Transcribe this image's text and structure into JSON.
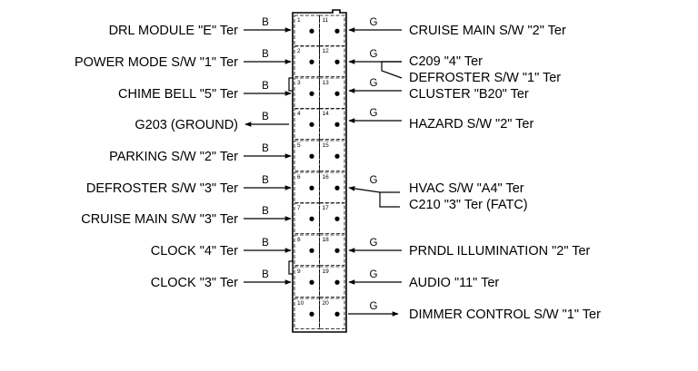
{
  "left_connections": [
    {
      "label": "DRL MODULE \"E\" Ter",
      "wire": "B",
      "pin": "1",
      "dir": "in"
    },
    {
      "label": "POWER MODE S/W \"1\" Ter",
      "wire": "B",
      "pin": "2",
      "dir": "in"
    },
    {
      "label": "CHIME BELL \"5\" Ter",
      "wire": "B",
      "pin": "3",
      "dir": "in"
    },
    {
      "label": "G203 (GROUND)",
      "wire": "B",
      "pin": "4",
      "dir": "out"
    },
    {
      "label": "PARKING S/W \"2\" Ter",
      "wire": "B",
      "pin": "5",
      "dir": "in"
    },
    {
      "label": "DEFROSTER S/W \"3\" Ter",
      "wire": "B",
      "pin": "6",
      "dir": "in"
    },
    {
      "label": "CRUISE MAIN S/W \"3\" Ter",
      "wire": "B",
      "pin": "7",
      "dir": "in"
    },
    {
      "label": "CLOCK \"4\" Ter",
      "wire": "B",
      "pin": "8",
      "dir": "in"
    },
    {
      "label": "CLOCK \"3\" Ter",
      "wire": "B",
      "pin": "9",
      "dir": "in"
    },
    {
      "label": "",
      "wire": "",
      "pin": "10",
      "dir": "none"
    }
  ],
  "right_connections": [
    {
      "labels": [
        "CRUISE MAIN S/W \"2\" Ter"
      ],
      "wire": "G",
      "pin": "11",
      "dir": "in"
    },
    {
      "labels": [
        "C209 \"4\" Ter",
        "DEFROSTER S/W \"1\" Ter"
      ],
      "wire": "G",
      "pin": "12",
      "dir": "in"
    },
    {
      "labels": [
        "CLUSTER \"B20\" Ter"
      ],
      "wire": "G",
      "pin": "13",
      "dir": "in"
    },
    {
      "labels": [
        "HAZARD S/W \"2\" Ter"
      ],
      "wire": "G",
      "pin": "14",
      "dir": "in"
    },
    {
      "labels": [],
      "wire": "",
      "pin": "15",
      "dir": "none"
    },
    {
      "labels": [
        "HVAC S/W \"A4\" Ter",
        "C210 \"3\" Ter (FATC)"
      ],
      "wire": "G",
      "pin": "16",
      "dir": "in"
    },
    {
      "labels": [],
      "wire": "",
      "pin": "17",
      "dir": "none"
    },
    {
      "labels": [
        "PRNDL ILLUMINATION \"2\" Ter"
      ],
      "wire": "G",
      "pin": "18",
      "dir": "in"
    },
    {
      "labels": [
        "AUDIO \"11\" Ter"
      ],
      "wire": "G",
      "pin": "19",
      "dir": "in"
    },
    {
      "labels": [
        "DIMMER CONTROL S/W \"1\" Ter"
      ],
      "wire": "G",
      "pin": "20",
      "dir": "out"
    }
  ]
}
